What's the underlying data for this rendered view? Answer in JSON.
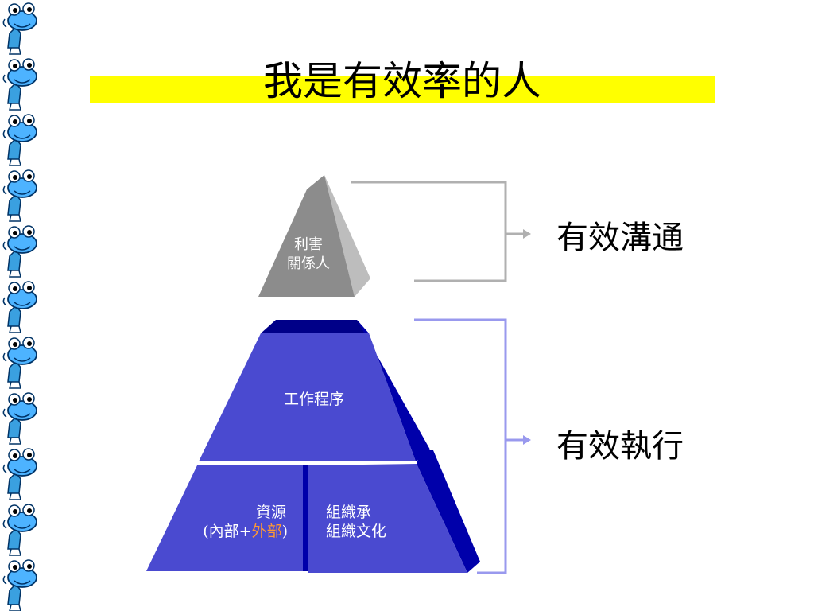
{
  "slide": {
    "title": "我是有效率的人"
  },
  "pyramid": {
    "stakeholders": {
      "line1": "利害",
      "line2": "關係人"
    },
    "work_process": {
      "label": "工作程序"
    },
    "resources": {
      "line1": "資源",
      "open_paren": "(",
      "internal": "內部",
      "plus": "+",
      "external": "外部",
      "close_paren": ")"
    },
    "organization": {
      "line1": "組織承",
      "line2": "組織文化"
    }
  },
  "outcomes": {
    "communication": "有效溝通",
    "execution": "有效執行"
  },
  "colors": {
    "title_highlight": "#ffff00",
    "stakeholder_gray": "#8c8c8c",
    "pyramid_blue": "#4a4ad0",
    "pyramid_blue_dark": "#0000aa",
    "bracket_gray": "#b0b0b0",
    "bracket_blue": "#9999ee",
    "external_text": "#ff9933"
  },
  "icons": {
    "border_mascot": "alien-mascot-icon"
  }
}
